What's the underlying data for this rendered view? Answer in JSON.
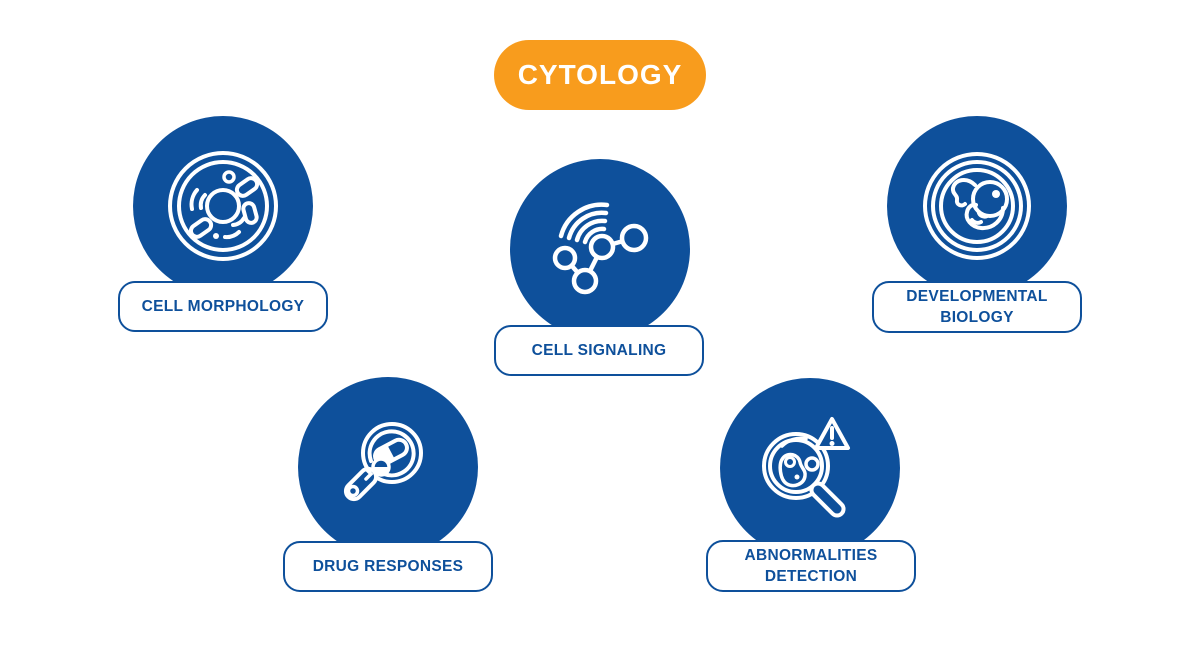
{
  "title": {
    "label": "CYTOLOGY"
  },
  "colors": {
    "primary_blue": "#0E509B",
    "accent_orange": "#F89C1D",
    "icon_stroke": "#FFFFFF",
    "label_background": "#FFFFFF"
  },
  "nodes": [
    {
      "id": "cell-morphology",
      "label": "CELL MORPHOLOGY",
      "icon": "cell-morphology-icon"
    },
    {
      "id": "cell-signaling",
      "label": "CELL SIGNALING",
      "icon": "cell-signaling-icon"
    },
    {
      "id": "developmental-biology",
      "label": "DEVELOPMENTAL BIOLOGY",
      "icon": "embryo-icon"
    },
    {
      "id": "drug-responses",
      "label": "DRUG RESPONSES",
      "icon": "magnifier-pills-icon"
    },
    {
      "id": "abnormalities-detection",
      "label": "ABNORMALITIES DETECTION",
      "icon": "magnifier-warning-icon"
    }
  ]
}
